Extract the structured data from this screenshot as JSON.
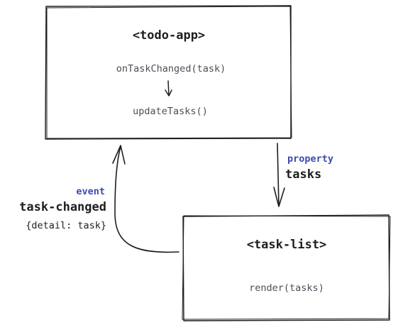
{
  "colors": {
    "stroke": "#1e1e1e",
    "accent_blue": "#3a4bb0",
    "method_gray": "#4a4f57"
  },
  "todo_app": {
    "title": "<todo-app>",
    "method_1": "onTaskChanged(task)",
    "method_2": "updateTasks()"
  },
  "task_list": {
    "title": "<task-list>",
    "method": "render(tasks)"
  },
  "property_flow": {
    "kind": "property",
    "name": "tasks"
  },
  "event_flow": {
    "kind": "event",
    "name": "task-changed",
    "detail": "{detail: task}"
  }
}
